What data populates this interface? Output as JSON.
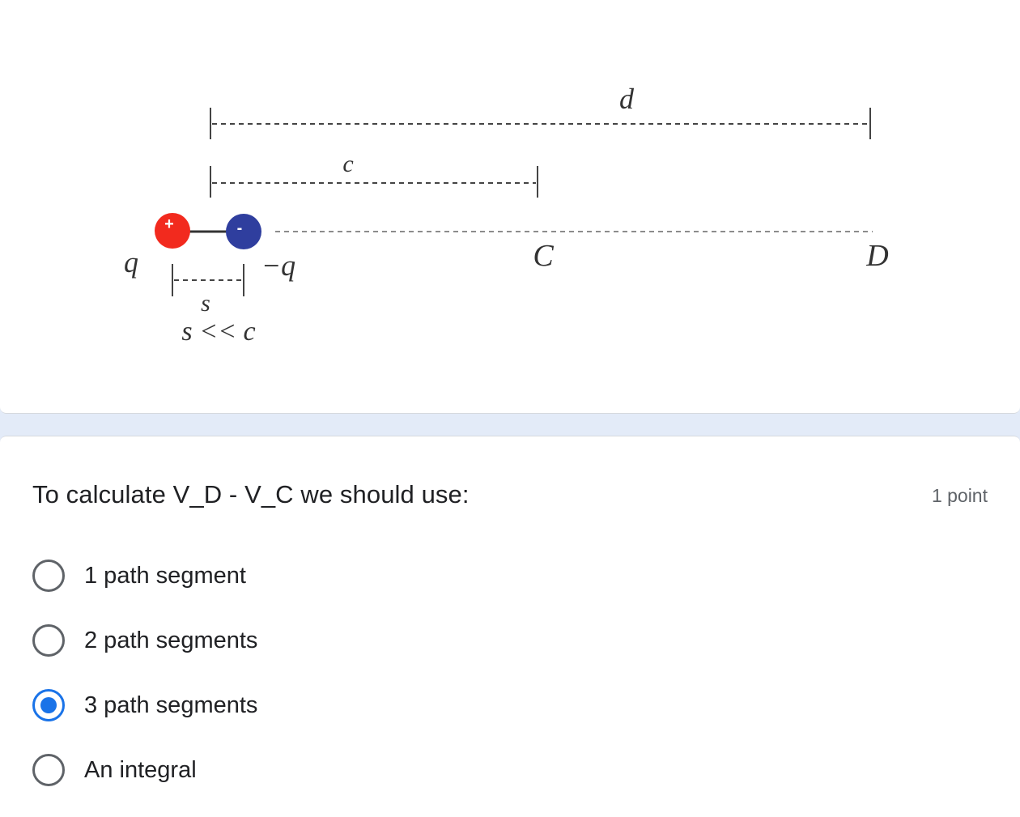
{
  "diagram": {
    "labels": {
      "d": "d",
      "c": "c",
      "C": "C",
      "D": "D",
      "q": "q",
      "neg_q": "−q",
      "s": "s",
      "relation": "s << c",
      "plus_sign": "+",
      "minus_sign": "-"
    },
    "colors": {
      "positive_charge": "#f22a1e",
      "negative_charge": "#2f3e9e"
    }
  },
  "question": {
    "title": "To calculate V_D - V_C we should use:",
    "points": "1 point",
    "options": [
      {
        "label": "1 path segment",
        "checked": false
      },
      {
        "label": "2 path segments",
        "checked": false
      },
      {
        "label": "3 path segments",
        "checked": true
      },
      {
        "label": "An integral",
        "checked": false
      }
    ]
  },
  "colors": {
    "accent": "#1a73e8",
    "background": "#e3ebf8"
  }
}
